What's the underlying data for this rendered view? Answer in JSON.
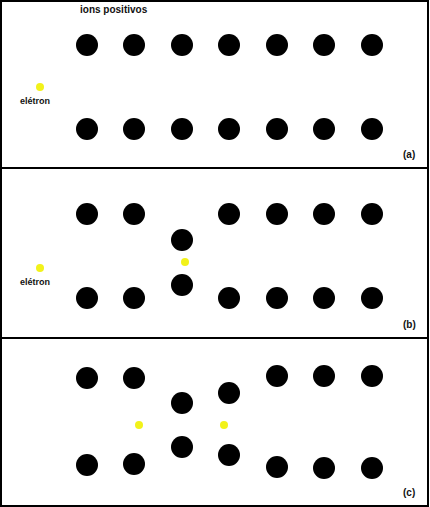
{
  "diagram": {
    "labels": [
      "ions positivos",
      "elétron",
      "(a)",
      "elétron",
      "(b)",
      "(c)"
    ]
  }
}
